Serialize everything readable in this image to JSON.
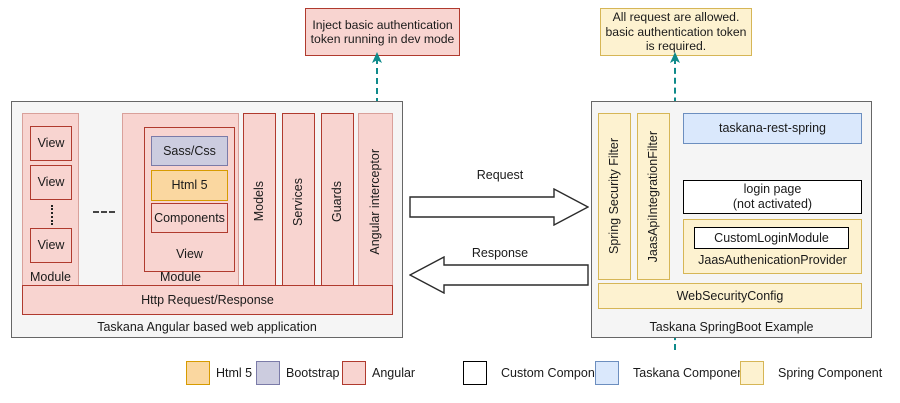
{
  "annotations": {
    "left_note": "Inject basic authentication token running in dev mode",
    "right_note": "All request are allowed. basic authentication token is required."
  },
  "left_panel": {
    "caption": "Taskana Angular based web application",
    "module_one": {
      "label": "Module",
      "views": [
        "View",
        "View",
        "View"
      ],
      "ellipsis": "⋮"
    },
    "between_modules": "- - -",
    "module_two": {
      "label": "Module",
      "view_label": "View",
      "items": [
        {
          "label": "Sass/Css",
          "style": "bootstrap"
        },
        {
          "label": "Html 5",
          "style": "html5"
        },
        {
          "label": "Components",
          "style": "angular"
        }
      ]
    },
    "columns": [
      "Models",
      "Services",
      "Guards",
      "Angular interceptor"
    ],
    "http_bar": "Http Request/Response"
  },
  "flow": {
    "request_label": "Request",
    "response_label": "Response"
  },
  "right_panel": {
    "caption": "Taskana SpringBoot Example",
    "filters": [
      "Spring Security Filter",
      "JaasApiIntegrationFilter"
    ],
    "rest_spring": "taskana-rest-spring",
    "login_page_line1": "login page",
    "login_page_line2": "(not activated)",
    "auth_provider": {
      "inner": "CustomLoginModule",
      "label": "JaasAuthenicationProvider"
    },
    "web_security_config": "WebSecurityConfig"
  },
  "legend": {
    "left_group": [
      {
        "label": "Html 5",
        "style": "html5",
        "color": "#fad7a0"
      },
      {
        "label": "Bootstrap",
        "style": "bootstrap",
        "color": "#ccccdf"
      },
      {
        "label": "Angular",
        "style": "angular",
        "color": "#f8d4d0"
      }
    ],
    "right_group": [
      {
        "label": "Custom Component",
        "style": "custom",
        "color": "#ffffff"
      },
      {
        "label": "Taskana Component",
        "style": "taskana",
        "color": "#dae8fc"
      },
      {
        "label": "Spring Component",
        "style": "spring",
        "color": "#fdf2d0"
      }
    ]
  },
  "colors": {
    "angular": "#f8d4d0",
    "angular_border": "#b03a2e",
    "html5": "#fad7a0",
    "html5_border": "#d79b00",
    "bootstrap": "#ccccdf",
    "bootstrap_border": "#7b7ba8",
    "spring": "#fdf2d0",
    "spring_border": "#d6b656",
    "taskana": "#dae8fc",
    "taskana_border": "#6c8ebf",
    "custom": "#ffffff",
    "custom_border": "#000000",
    "panel": "#f5f5f5",
    "panel_border": "#666666",
    "dashed_connector": "#0e8a8a"
  }
}
